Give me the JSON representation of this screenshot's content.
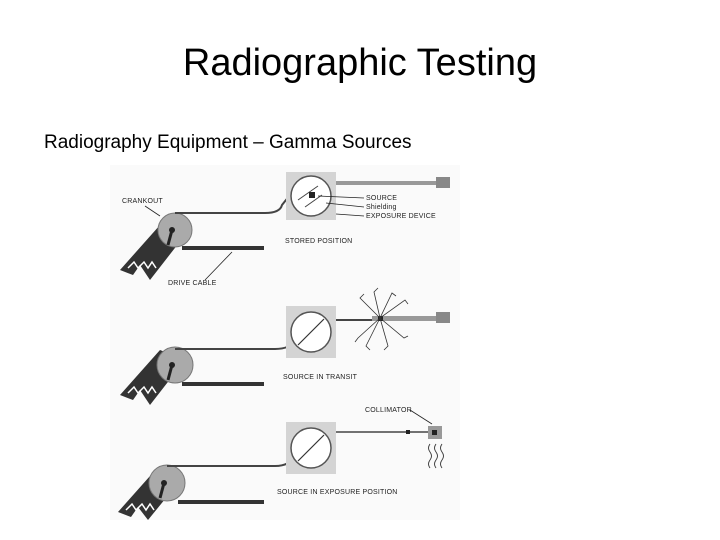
{
  "slide": {
    "title": "Radiographic Testing",
    "subtitle": "Radiography Equipment – Gamma Sources"
  },
  "panels": {
    "stored": {
      "caption": "STORED POSITION",
      "labels": {
        "crankout": "CRANKOUT",
        "drive_cable": "DRIVE CABLE",
        "source": "SOURCE",
        "shielding": "Shielding",
        "exposure_device": "EXPOSURE DEVICE"
      }
    },
    "transit": {
      "caption": "SOURCE IN TRANSIT"
    },
    "exposure": {
      "caption": "SOURCE IN EXPOSURE POSITION",
      "labels": {
        "collimator": "COLLIMATOR"
      }
    }
  }
}
